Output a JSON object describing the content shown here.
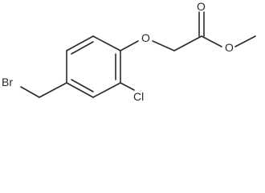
{
  "molecule": {
    "atoms": {
      "br": "Br",
      "cl": "Cl",
      "ether_o": "O",
      "carbonyl_o": "O",
      "ester_o": "O"
    }
  }
}
